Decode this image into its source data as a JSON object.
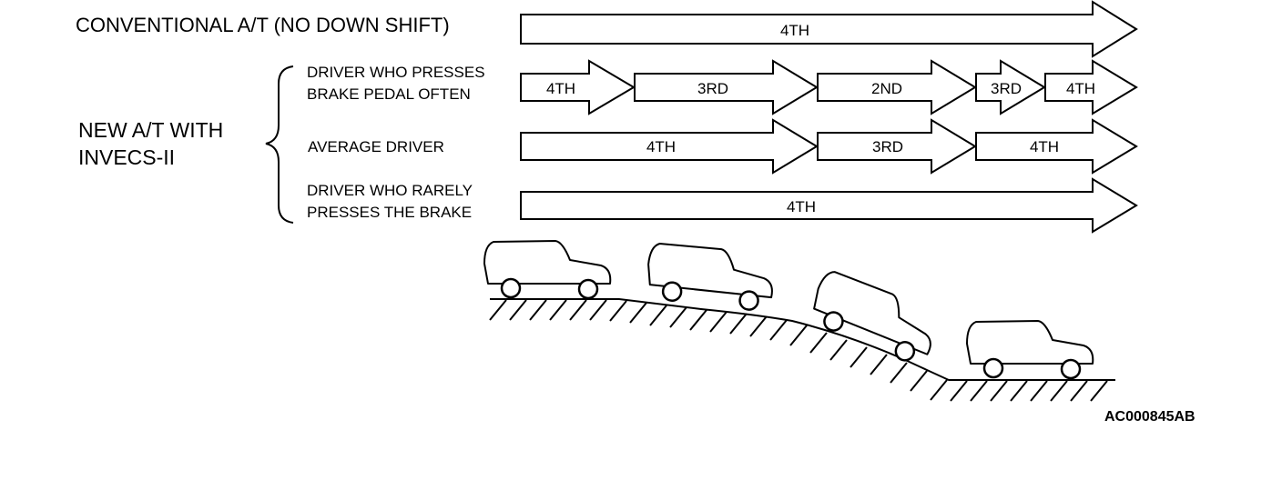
{
  "labels": {
    "conventional": "CONVENTIONAL A/T (NO DOWN SHIFT)",
    "new_at_line1": "NEW A/T WITH",
    "new_at_line2": "INVECS-II",
    "driver_brake_often_line1": "DRIVER WHO PRESSES",
    "driver_brake_often_line2": "BRAKE PEDAL OFTEN",
    "average_driver": "AVERAGE DRIVER",
    "driver_rarely_line1": "DRIVER WHO RARELY",
    "driver_rarely_line2": "PRESSES THE BRAKE",
    "figure_code": "AC000845AB"
  },
  "rows": [
    {
      "name": "conventional",
      "segments": [
        "4TH"
      ]
    },
    {
      "name": "brake-often",
      "segments": [
        "4TH",
        "3RD",
        "2ND",
        "3RD",
        "4TH"
      ]
    },
    {
      "name": "average",
      "segments": [
        "4TH",
        "3RD",
        "4TH"
      ]
    },
    {
      "name": "rarely",
      "segments": [
        "4TH"
      ]
    }
  ]
}
